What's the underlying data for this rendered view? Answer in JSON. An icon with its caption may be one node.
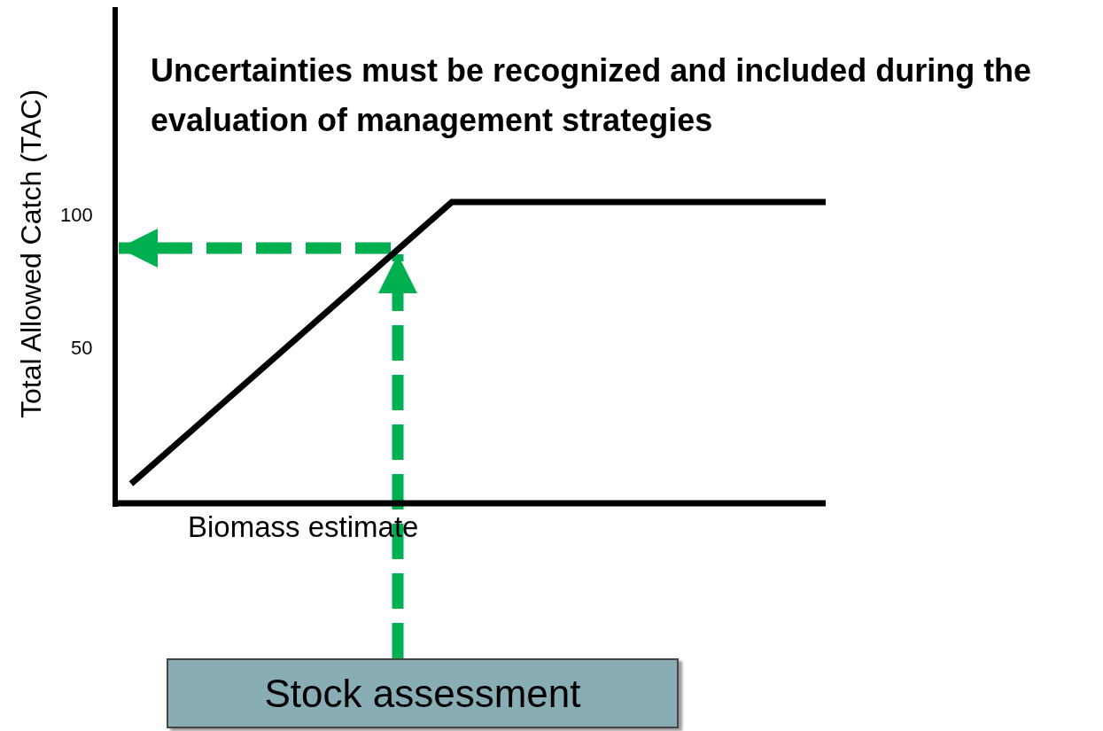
{
  "diagram": {
    "title": "Uncertainties must be recognized and included during the evaluation of management strategies",
    "nodes": [
      {
        "text": [
          "Stock assessment"
        ]
      },
      {
        "text": [],
        "shape": "line"
      },
      {
        "text": [],
        "shape": "line"
      }
    ],
    "edges": [
      {
        "from": 0,
        "to": 2,
        "arrow": "to",
        "style": "dashed",
        "color": "#00b050"
      },
      {
        "from": 2,
        "to": 1,
        "arrow": "to",
        "style": "dashed",
        "color": "#00b050"
      }
    ],
    "labels": [
      "Total Allowed Catch (TAC)",
      "100",
      "50",
      "Biomass estimate"
    ]
  }
}
